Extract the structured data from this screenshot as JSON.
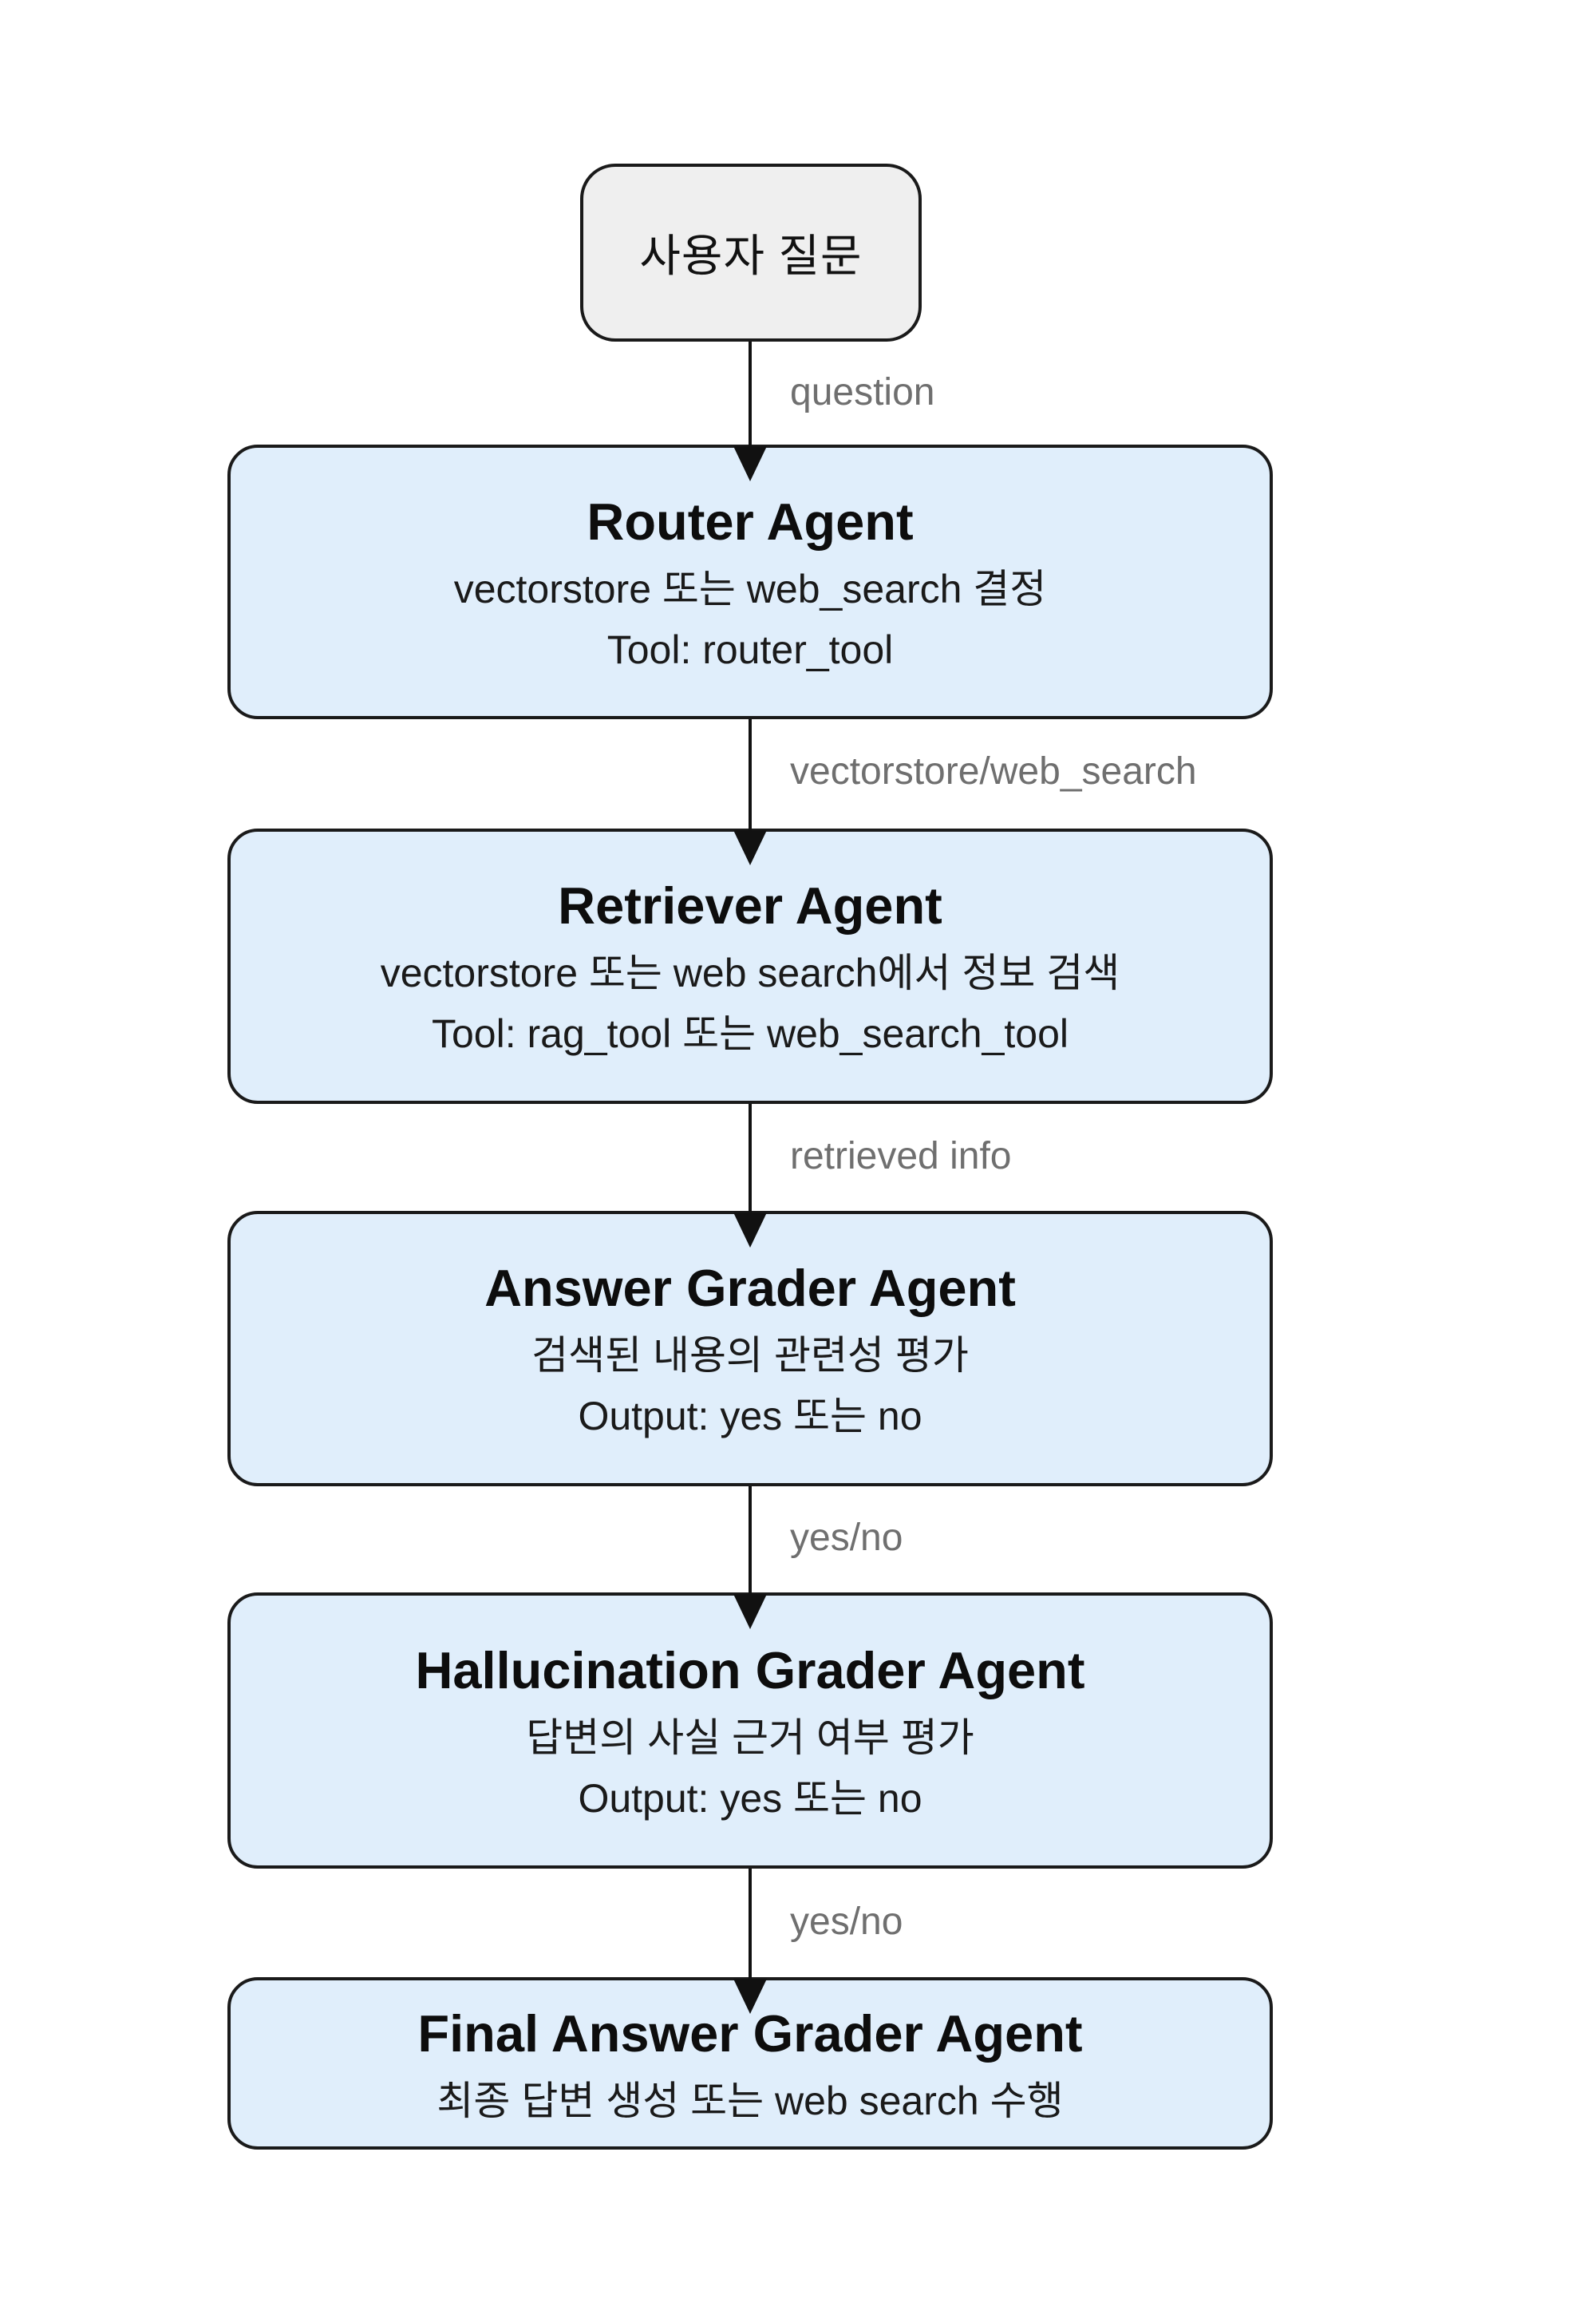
{
  "flowchart": {
    "start": {
      "label": "사용자 질문"
    },
    "edges": [
      {
        "label": "question"
      },
      {
        "label": "vectorstore/web_search"
      },
      {
        "label": "retrieved info"
      },
      {
        "label": "yes/no"
      },
      {
        "label": "yes/no"
      }
    ],
    "agents": [
      {
        "title": "Router Agent",
        "subtitle": "vectorstore 또는 web_search 결정",
        "detail": "Tool: router_tool"
      },
      {
        "title": "Retriever Agent",
        "subtitle": "vectorstore 또는 web search에서 정보 검색",
        "detail": "Tool: rag_tool 또는 web_search_tool"
      },
      {
        "title": "Answer Grader Agent",
        "subtitle": "검색된 내용의 관련성 평가",
        "detail": "Output: yes 또는 no"
      },
      {
        "title": "Hallucination Grader Agent",
        "subtitle": "답변의 사실 근거 여부 평가",
        "detail": "Output: yes 또는 no"
      },
      {
        "title": "Final Answer Grader Agent",
        "subtitle": "최종 답변 생성 또는 web search 수행"
      }
    ],
    "colors": {
      "agent_fill": "#e0eefb",
      "start_fill": "#efefef",
      "border": "#1a1a1a",
      "arrow": "#111111",
      "edge_label_text": "#6f6f6f",
      "background": "#ffffff"
    }
  }
}
